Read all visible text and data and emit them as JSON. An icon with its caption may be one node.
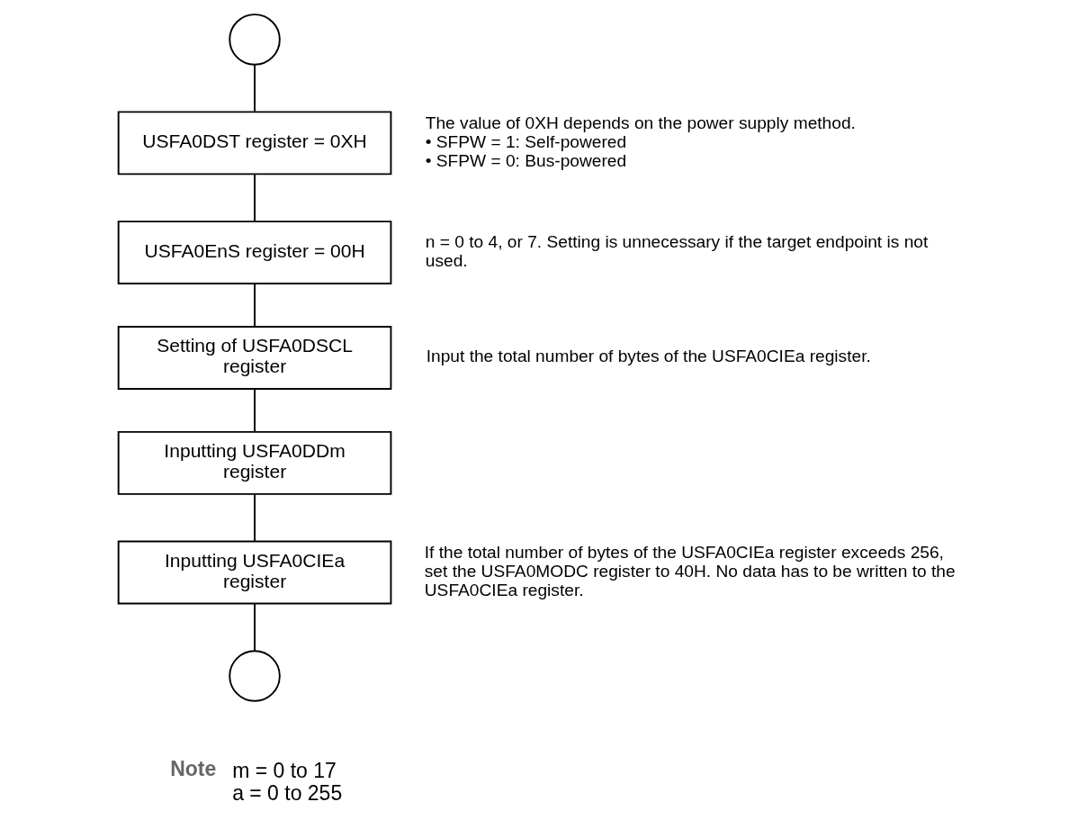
{
  "diagram": {
    "nodes": [
      {
        "text": [],
        "shape": "circle"
      },
      {
        "text": [
          "USFA0DST register = 0XH"
        ],
        "beside": [
          "The value of 0XH depends on the power supply method.",
          "• SFPW = 1: Self-powered",
          "• SFPW = 0: Bus-powered"
        ]
      },
      {
        "text": [
          "USFA0EnS register = 00H"
        ],
        "beside": [
          "n = 0 to 4, or 7. Setting is unnecessary if the target endpoint is not used."
        ]
      },
      {
        "text": [
          "Setting of USFA0DSCL register"
        ],
        "beside": [
          "Input the total number of bytes of the USFA0CIEa register."
        ]
      },
      {
        "text": [
          "Inputting USFA0DDm register"
        ]
      },
      {
        "text": [
          "Inputting USFA0CIEa register"
        ],
        "beside": [
          "If the total number of bytes of the USFA0CIEa register exceeds 256, set the USFA0MODC register to 40H. No data has to be written to the USFA0CIEa register."
        ]
      },
      {
        "text": [],
        "shape": "circle"
      }
    ],
    "edges": [
      {
        "from": 0,
        "to": 1,
        "arrow": "none"
      },
      {
        "from": 1,
        "to": 2,
        "arrow": "none"
      },
      {
        "from": 2,
        "to": 3,
        "arrow": "none"
      },
      {
        "from": 3,
        "to": 4,
        "arrow": "none"
      },
      {
        "from": 4,
        "to": 5,
        "arrow": "none"
      },
      {
        "from": 5,
        "to": 6,
        "arrow": "none"
      }
    ],
    "labels": [
      "Note",
      "m = 0 to 17",
      "a = 0 to 255"
    ]
  }
}
